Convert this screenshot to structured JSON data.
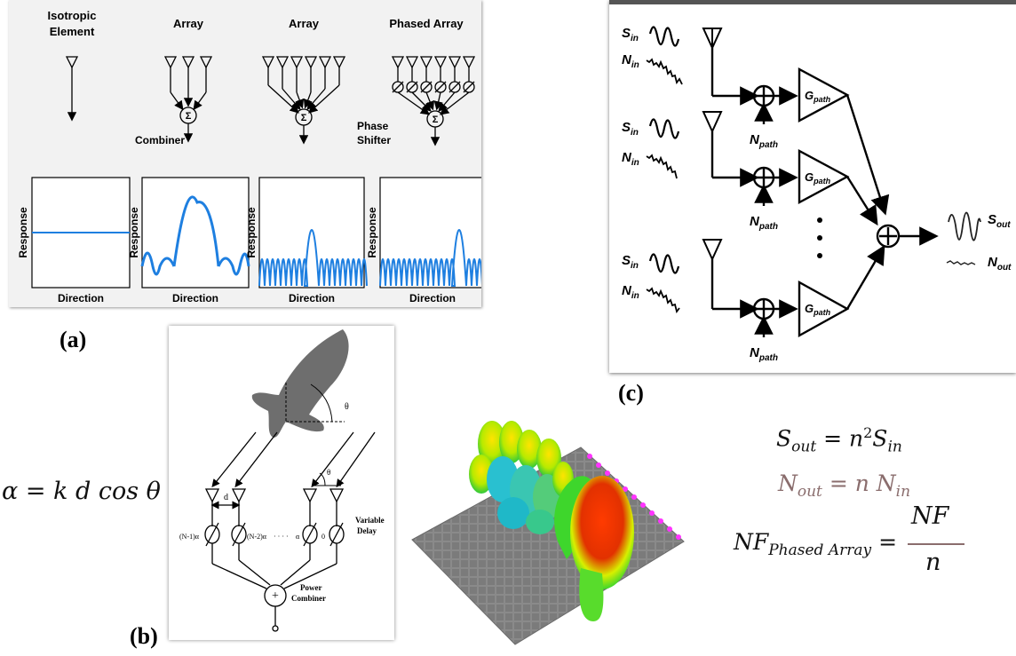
{
  "panel_a": {
    "headers": [
      "Isotropic",
      "Element",
      "Array",
      "Array",
      "Phased Array"
    ],
    "combiner_label": "Combiner",
    "phase_shifter_label": [
      "Phase",
      "Shifter"
    ],
    "sum_symbol": "Σ",
    "ylabel": "Response",
    "xlabel": "Direction",
    "label": "(a)"
  },
  "panel_b": {
    "equation": "α = k d cos θ",
    "theta": "θ",
    "d_label": "d",
    "delays": [
      "(N-1)α",
      "(N-2)α",
      "· · · ·",
      "α",
      "0"
    ],
    "variable_delay": [
      "Variable",
      "Delay"
    ],
    "power_combiner": [
      "Power",
      "Combiner"
    ],
    "label": "(b)"
  },
  "panel_c": {
    "s_in": "S",
    "s_in_sub": "in",
    "n_in": "N",
    "n_in_sub": "in",
    "g_path": "G",
    "g_path_sub": "path",
    "n_path": "N",
    "n_path_sub": "path",
    "s_out": "S",
    "s_out_sub": "out",
    "n_out": "N",
    "n_out_sub": "out",
    "label": "(c)"
  },
  "equations": {
    "eq1_lhs": "S",
    "eq1_lhs_sub": "out",
    "eq1_rhs": "= n",
    "eq1_sup": "2",
    "eq1_tail": "S",
    "eq1_tail_sub": "in",
    "eq2_lhs": "N",
    "eq2_lhs_sub": "out",
    "eq2_rhs": "= n N",
    "eq2_rhs_sub": "in",
    "eq3_lhs": "NF",
    "eq3_lhs_sub": "Phased Array",
    "eq3_eq": "=",
    "eq3_num": "NF",
    "eq3_den": "n"
  },
  "colors": {
    "plot_blue": "#1e7fe0",
    "nout_color": "#8a6d6d"
  }
}
